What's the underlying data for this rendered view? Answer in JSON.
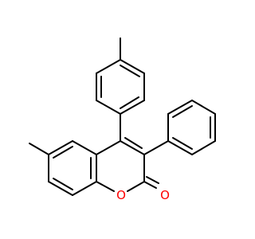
{
  "molecule": {
    "atoms": [
      {
        "id": "ring-oxygen",
        "symbol": "O",
        "color": "#ff0000"
      },
      {
        "id": "carbonyl-oxygen",
        "symbol": "O",
        "color": "#ff0000"
      }
    ],
    "bond_color": "#000000",
    "heteroatom_color": "#ff0000"
  }
}
